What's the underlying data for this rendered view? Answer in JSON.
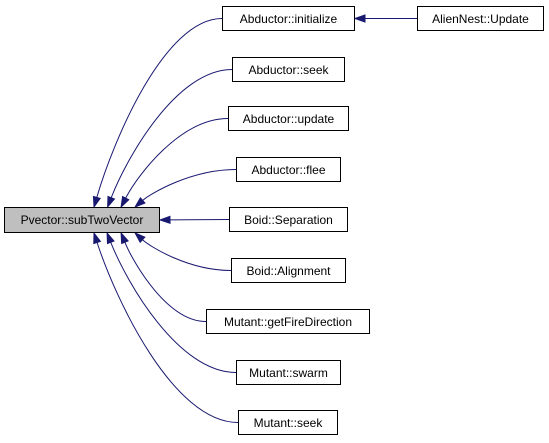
{
  "diagram": {
    "colors": {
      "edge": "#191970",
      "root_fill": "#bfbfbf",
      "node_fill": "#ffffff",
      "border": "#000000"
    },
    "root": {
      "id": "n0",
      "label": "Pvector::subTwoVector"
    },
    "callers": [
      {
        "id": "n1",
        "label": "Abductor::initialize"
      },
      {
        "id": "n2",
        "label": "Abductor::seek"
      },
      {
        "id": "n3",
        "label": "Abductor::update"
      },
      {
        "id": "n4",
        "label": "Abductor::flee"
      },
      {
        "id": "n5",
        "label": "Boid::Separation"
      },
      {
        "id": "n6",
        "label": "Boid::Alignment"
      },
      {
        "id": "n7",
        "label": "Mutant::getFireDirection"
      },
      {
        "id": "n8",
        "label": "Mutant::swarm"
      },
      {
        "id": "n9",
        "label": "Mutant::seek"
      },
      {
        "id": "n10",
        "label": "AlienNest::Update"
      }
    ],
    "edges": [
      {
        "from": "n1",
        "to": "n0"
      },
      {
        "from": "n2",
        "to": "n0"
      },
      {
        "from": "n3",
        "to": "n0"
      },
      {
        "from": "n4",
        "to": "n0"
      },
      {
        "from": "n5",
        "to": "n0"
      },
      {
        "from": "n6",
        "to": "n0"
      },
      {
        "from": "n7",
        "to": "n0"
      },
      {
        "from": "n8",
        "to": "n0"
      },
      {
        "from": "n9",
        "to": "n0"
      },
      {
        "from": "n10",
        "to": "n1"
      }
    ]
  }
}
